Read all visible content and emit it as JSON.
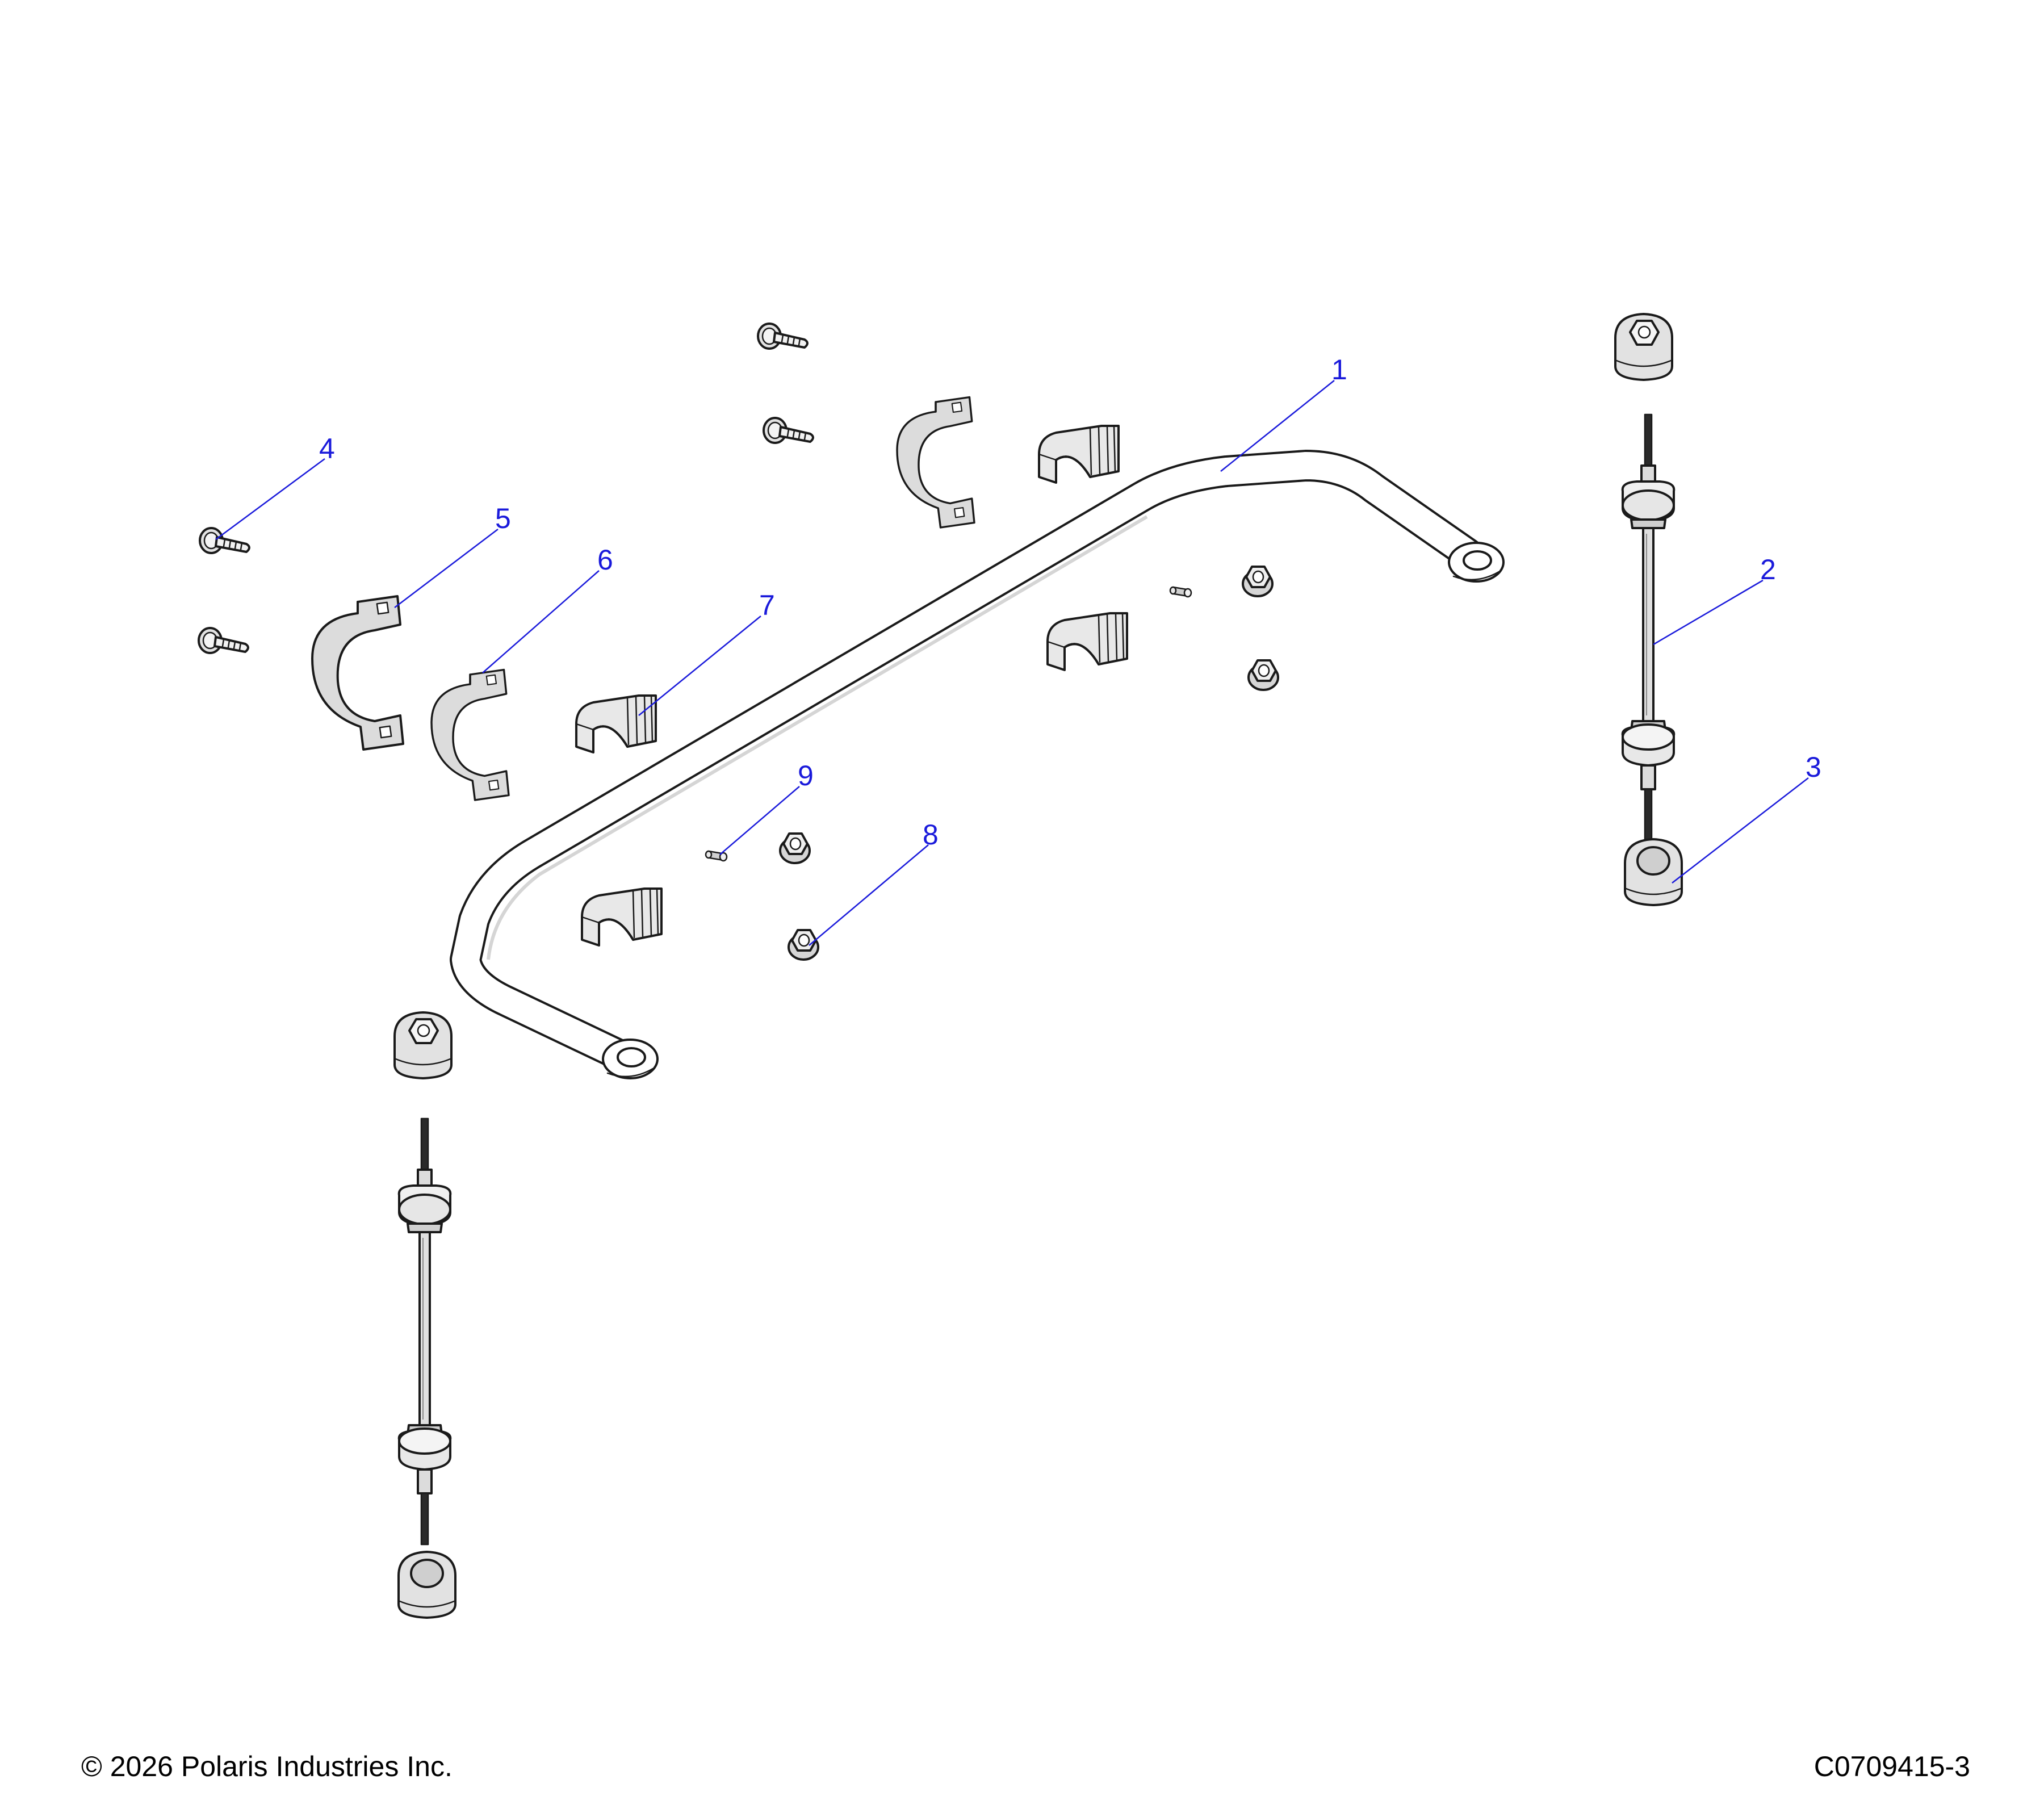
{
  "colors": {
    "callout": "#1a1adb",
    "outline": "#1a1a1a",
    "fill_light": "#f2f2f2",
    "fill_mid": "#d9d9d9",
    "fill_dark": "#bdbdbd"
  },
  "callouts": [
    {
      "label": "1"
    },
    {
      "label": "2"
    },
    {
      "label": "3"
    },
    {
      "label": "4"
    },
    {
      "label": "5"
    },
    {
      "label": "6"
    },
    {
      "label": "7"
    },
    {
      "label": "8"
    },
    {
      "label": "9"
    }
  ],
  "footer": {
    "copyright": "© 2026 Polaris Industries Inc.",
    "diagram_id": "C0709415-3"
  }
}
